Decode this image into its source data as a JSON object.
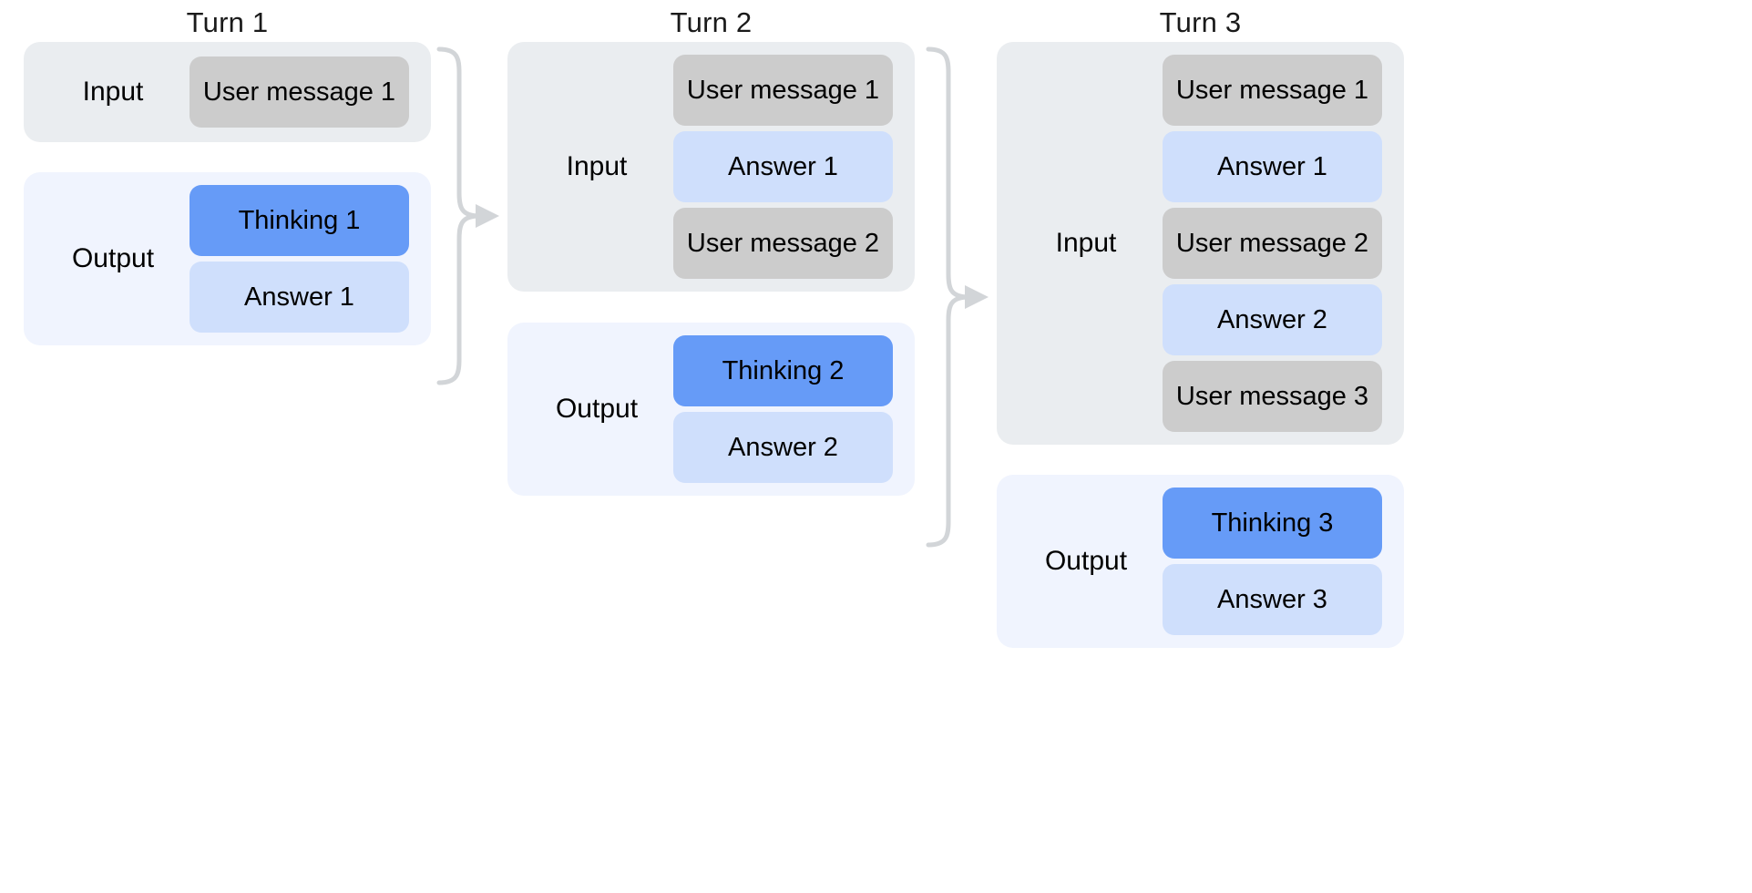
{
  "diagram": {
    "title_prefix": "Turn",
    "colors": {
      "input_card_bg": "#eaedf0",
      "output_card_bg": "#f0f4fe",
      "user_message_bg": "#cccccc",
      "answer_bg": "#cfdffc",
      "thinking_bg": "#669bf7",
      "connector_stroke": "#d2d5d8",
      "text": "#000000",
      "page_bg": "#ffffff"
    },
    "labels": {
      "input": "Input",
      "output": "Output"
    },
    "turns": [
      {
        "title": "Turn 1",
        "input": {
          "label": "Input",
          "blocks": [
            {
              "text": "User message 1",
              "kind": "user"
            }
          ]
        },
        "output": {
          "label": "Output",
          "blocks": [
            {
              "text": "Thinking 1",
              "kind": "thinking"
            },
            {
              "text": "Answer 1",
              "kind": "answer"
            }
          ]
        }
      },
      {
        "title": "Turn 2",
        "input": {
          "label": "Input",
          "blocks": [
            {
              "text": "User message 1",
              "kind": "user"
            },
            {
              "text": "Answer 1",
              "kind": "answer"
            },
            {
              "text": "User message 2",
              "kind": "user"
            }
          ]
        },
        "output": {
          "label": "Output",
          "blocks": [
            {
              "text": "Thinking 2",
              "kind": "thinking"
            },
            {
              "text": "Answer 2",
              "kind": "answer"
            }
          ]
        }
      },
      {
        "title": "Turn 3",
        "input": {
          "label": "Input",
          "blocks": [
            {
              "text": "User message 1",
              "kind": "user"
            },
            {
              "text": "Answer 1",
              "kind": "answer"
            },
            {
              "text": "User message 2",
              "kind": "user"
            },
            {
              "text": "Answer 2",
              "kind": "answer"
            },
            {
              "text": "User message 3",
              "kind": "user"
            }
          ]
        },
        "output": {
          "label": "Output",
          "blocks": [
            {
              "text": "Thinking 3",
              "kind": "thinking"
            },
            {
              "text": "Answer 3",
              "kind": "answer"
            }
          ]
        }
      }
    ],
    "connectors": [
      {
        "name": "turn-1-to-turn-2",
        "from": "Turn 1",
        "to": "Turn 2"
      },
      {
        "name": "turn-2-to-turn-3",
        "from": "Turn 2",
        "to": "Turn 3"
      }
    ]
  }
}
